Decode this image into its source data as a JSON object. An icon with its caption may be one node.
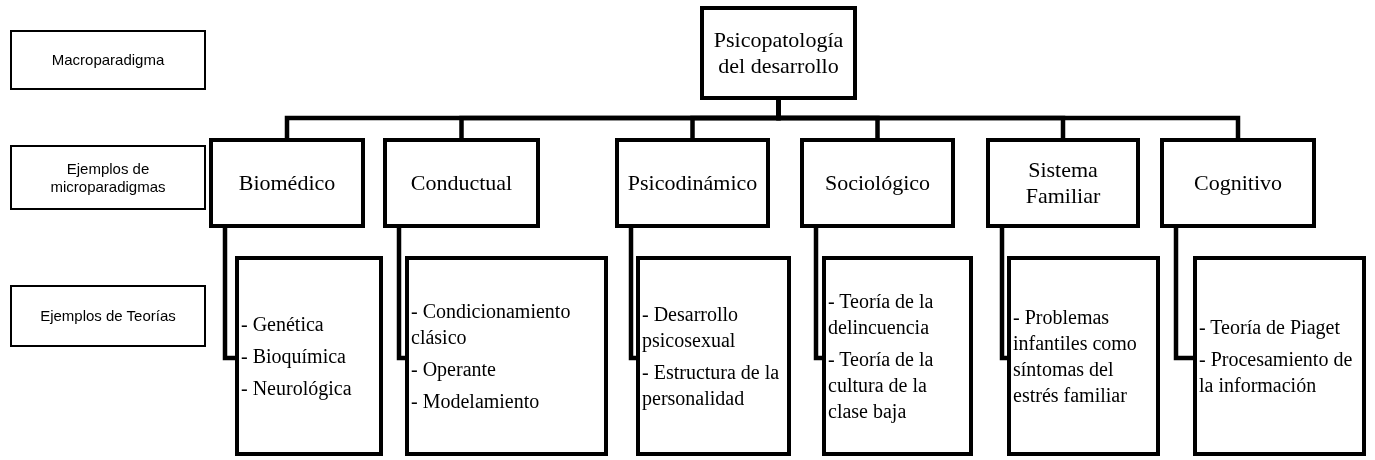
{
  "diagram": {
    "nodes": [
      {
        "text": [
          "Macroparadigma"
        ]
      },
      {
        "text": [
          "Psicopatología del desarrollo"
        ]
      },
      {
        "text": [
          "Ejemplos de microparadigmas"
        ]
      },
      {
        "text": [
          "Biomédico"
        ]
      },
      {
        "text": [
          "Conductual"
        ]
      },
      {
        "text": [
          "Psicodinámico"
        ]
      },
      {
        "text": [
          "Sociológico"
        ]
      },
      {
        "text": [
          "Sistema Familiar"
        ]
      },
      {
        "text": [
          "Cognitivo"
        ]
      },
      {
        "text": [
          "Ejemplos de Teorías"
        ]
      },
      {
        "text": [
          "- Genética",
          "- Bioquímica",
          "- Neurológica"
        ]
      },
      {
        "text": [
          "- Condicionamiento clásico",
          "- Operante",
          "- Modelamiento"
        ]
      },
      {
        "text": [
          "- Desarrollo psicosexual",
          "- Estructura de la personalidad"
        ]
      },
      {
        "text": [
          "- Teoría de la delincuencia",
          "- Teoría de la cultura de la clase baja"
        ]
      },
      {
        "text": [
          "- Problemas infantiles como síntomas del estrés familiar"
        ]
      },
      {
        "text": [
          "- Teoría de Piaget",
          "- Procesamiento de la información"
        ]
      }
    ],
    "edges": [
      {
        "from": 1,
        "to": 3,
        "arrow": "none"
      },
      {
        "from": 1,
        "to": 4,
        "arrow": "none"
      },
      {
        "from": 1,
        "to": 5,
        "arrow": "none"
      },
      {
        "from": 1,
        "to": 6,
        "arrow": "none"
      },
      {
        "from": 1,
        "to": 7,
        "arrow": "none"
      },
      {
        "from": 1,
        "to": 8,
        "arrow": "none"
      },
      {
        "from": 3,
        "to": 10,
        "arrow": "none"
      },
      {
        "from": 4,
        "to": 11,
        "arrow": "none"
      },
      {
        "from": 5,
        "to": 12,
        "arrow": "none"
      },
      {
        "from": 6,
        "to": 13,
        "arrow": "none"
      },
      {
        "from": 7,
        "to": 14,
        "arrow": "none"
      },
      {
        "from": 8,
        "to": 15,
        "arrow": "none"
      }
    ]
  }
}
